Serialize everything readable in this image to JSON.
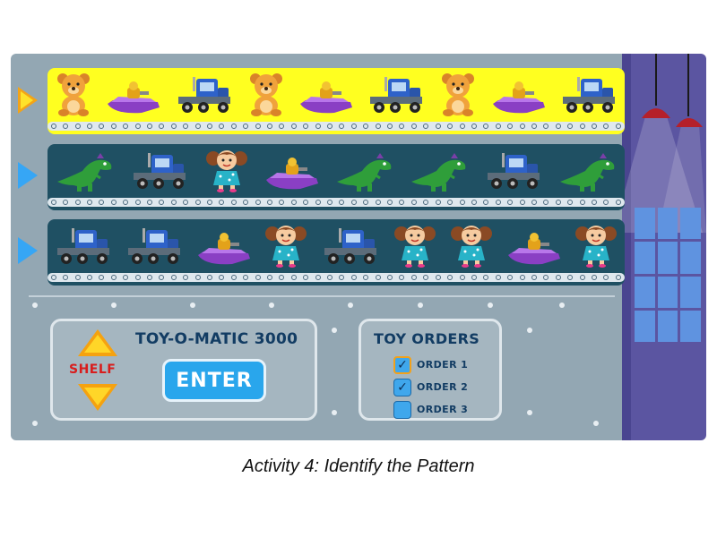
{
  "caption": "Activity 4:  Identify the Pattern",
  "conveyor_rows": [
    {
      "toys": [
        "teddy-bear",
        "jet-ski",
        "semi-truck",
        "teddy-bear",
        "jet-ski",
        "semi-truck",
        "teddy-bear",
        "jet-ski",
        "semi-truck"
      ]
    },
    {
      "toys": [
        "dinosaur",
        "semi-truck",
        "doll",
        "jet-ski",
        "dinosaur",
        "dinosaur",
        "semi-truck",
        "dinosaur"
      ]
    },
    {
      "toys": [
        "semi-truck",
        "semi-truck",
        "jet-ski",
        "doll",
        "semi-truck",
        "doll",
        "doll",
        "jet-ski",
        "doll"
      ]
    }
  ],
  "machine_panel": {
    "title": "TOY-O-MATIC 3000",
    "shelf_label": "SHELF",
    "enter_label": "ENTER"
  },
  "orders_panel": {
    "title": "TOY ORDERS",
    "orders": [
      {
        "label": "ORDER 1",
        "check": "✓",
        "active": true
      },
      {
        "label": "ORDER 2",
        "check": "✓",
        "active": false
      },
      {
        "label": "ORDER 3",
        "check": "",
        "active": false
      }
    ]
  },
  "colors": {
    "row1_belt": "#ffff20",
    "row_belt": "#1f5063",
    "machine": "#93a7b3",
    "wall": "#5b55a1",
    "enter_button": "#29a6ec",
    "shelf_text": "#d81d1d"
  }
}
